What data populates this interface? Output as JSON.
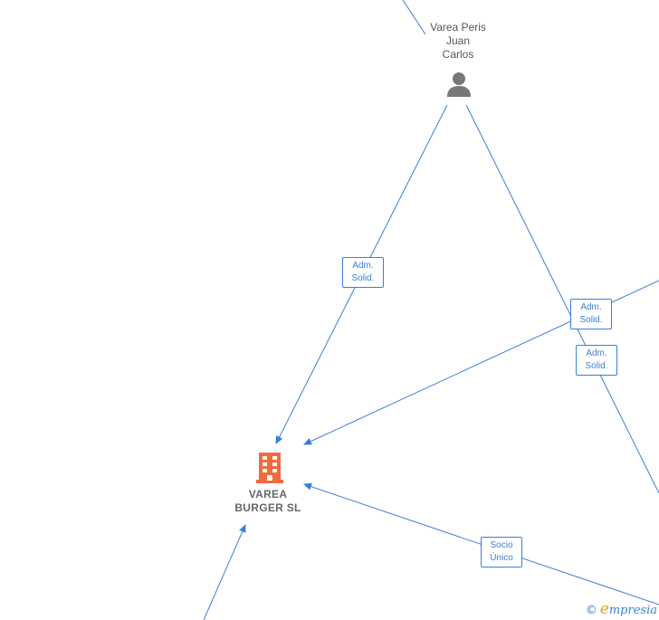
{
  "nodes": {
    "person": {
      "label": "Varea Peris\nJuan\nCarlos",
      "icon": "person-icon"
    },
    "company": {
      "label": "VAREA\nBURGER  SL",
      "icon": "building-icon",
      "color": "#f26a3d"
    }
  },
  "edge_labels": {
    "adm1": "Adm.\nSolid.",
    "adm2": "Adm.\nSolid.",
    "adm3": "Adm.\nSolid.",
    "socio": "Socio\nÚnico"
  },
  "colors": {
    "edge": "#3a7fd5",
    "text": "#555555",
    "icon": "#777777"
  },
  "footer": {
    "copyright": "©",
    "brand_e": "e",
    "brand_rest": "mpresia"
  }
}
